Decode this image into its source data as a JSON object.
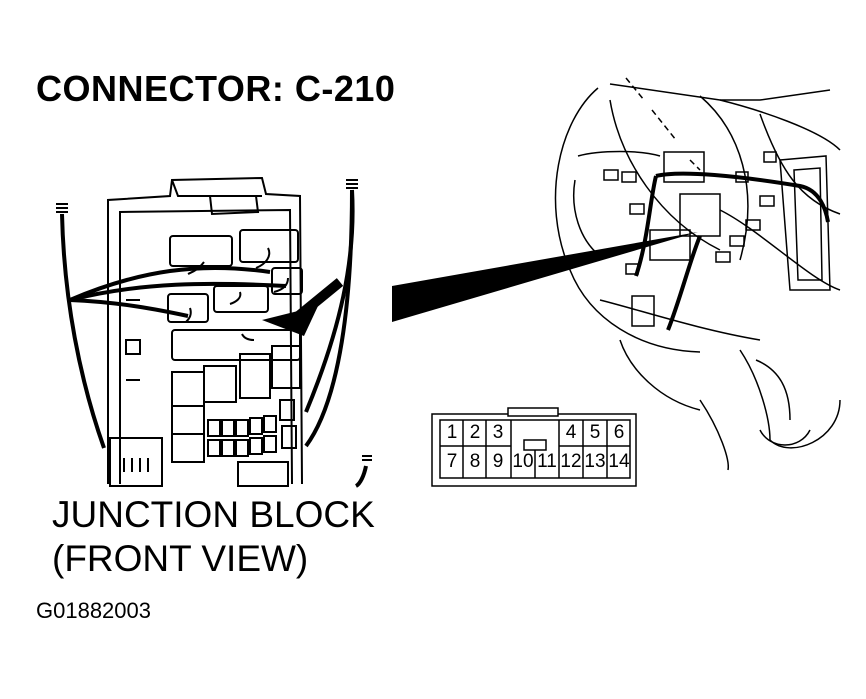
{
  "diagram": {
    "title": "CONNECTOR: C-210",
    "caption_line1": "JUNCTION BLOCK",
    "caption_line2": "(FRONT VIEW)",
    "figure_id": "G01882003",
    "connector_pins": {
      "top_row": [
        "1",
        "2",
        "3",
        "4",
        "5",
        "6"
      ],
      "bottom_row": [
        "7",
        "8",
        "9",
        "10",
        "11",
        "12",
        "13",
        "14"
      ]
    }
  }
}
